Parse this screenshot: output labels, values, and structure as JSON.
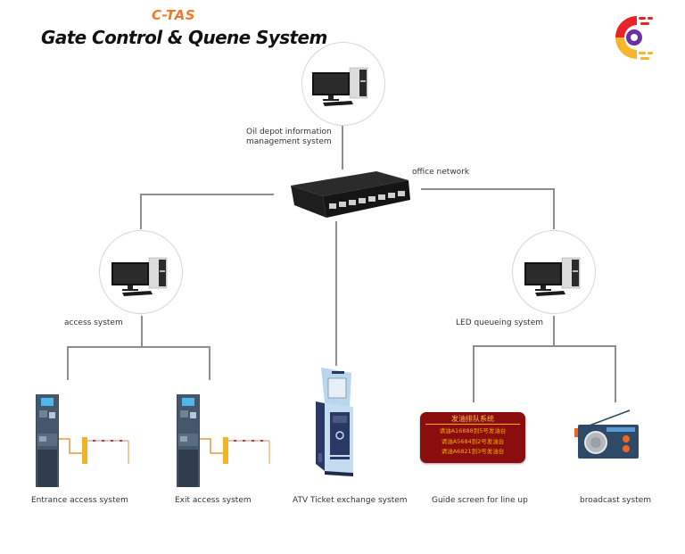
{
  "header": {
    "brand": "C-TAS",
    "title": "Gate Control & Quene System",
    "logo_icon": "ctas-logo-icon"
  },
  "colors": {
    "brand_orange": "#f07a2a",
    "line_gray": "#8e8e8e",
    "led_red": "#8b0d0d",
    "led_text": "#f5b000",
    "radio_blue": "#2f4a66",
    "radio_orange": "#f26522",
    "barrier_yellow": "#f2b327"
  },
  "nodes": {
    "oil_depot": {
      "label_line1": "Oil depot information",
      "label_line2": "management system",
      "icon": "desktop-computer-icon"
    },
    "office_network": {
      "label": "office network",
      "icon": "network-switch-icon"
    },
    "access_system": {
      "label": "access system",
      "icon": "desktop-computer-icon"
    },
    "led_queueing": {
      "label": "LED queueing system",
      "icon": "desktop-computer-icon"
    },
    "entrance_access": {
      "label": "Entrance access system",
      "icon": "gate-barrier-kiosk-icon"
    },
    "exit_access": {
      "label": "Exit access system",
      "icon": "gate-barrier-kiosk-icon"
    },
    "atv_ticket": {
      "label": "ATV Ticket exchange system",
      "icon": "ticket-kiosk-icon"
    },
    "guide_screen": {
      "label": "Guide screen for line up",
      "icon": "led-display-icon",
      "screen_title": "发油排队系统",
      "screen_lines": [
        "请油A16888到5号发油台",
        "请油A5684到2号发油台",
        "请油A6821到3号发油台"
      ]
    },
    "broadcast": {
      "label": "broadcast system",
      "icon": "radio-icon"
    }
  }
}
